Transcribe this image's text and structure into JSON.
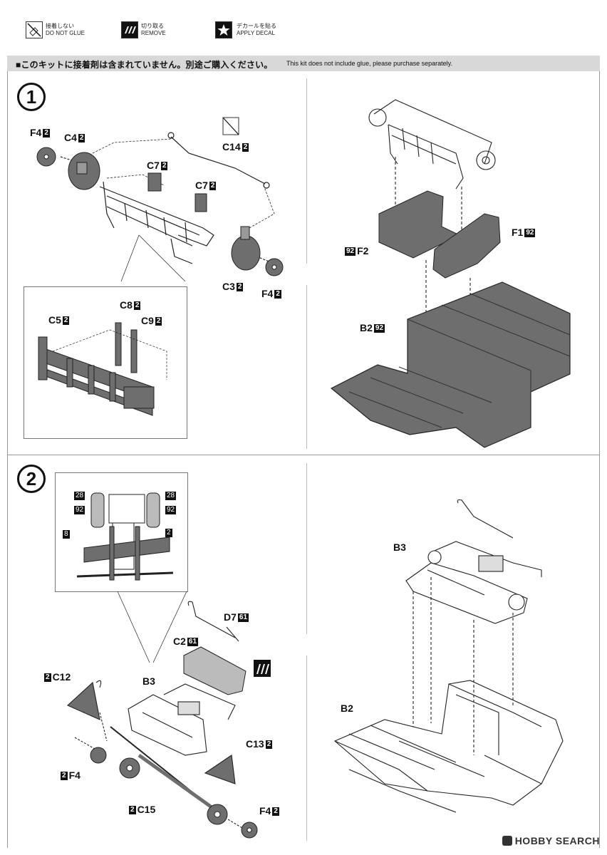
{
  "legend": {
    "no_glue": {
      "jp": "接着しない",
      "en": "DO NOT GLUE",
      "icon": "no-glue-icon"
    },
    "remove": {
      "jp": "切り取る",
      "en": "REMOVE",
      "icon": "cut-icon"
    },
    "decal": {
      "jp": "デカールを貼る",
      "en": "APPLY DECAL",
      "icon": "star-icon"
    }
  },
  "notice": {
    "jp": "■このキットに接着剤は含まれていません。別途ご購入ください。",
    "en": "This kit does not include glue, please purchase separately."
  },
  "step1": {
    "number": "1",
    "labels": {
      "F4": {
        "name": "F4",
        "qty": "2"
      },
      "C4": {
        "name": "C4",
        "qty": "2"
      },
      "C14": {
        "name": "C14",
        "qty": "2"
      },
      "C7a": {
        "name": "C7",
        "qty": "2"
      },
      "C7b": {
        "name": "C7",
        "qty": "2"
      },
      "C3": {
        "name": "C3",
        "qty": "2"
      },
      "F4b": {
        "name": "F4",
        "qty": "2"
      },
      "C8": {
        "name": "C8",
        "qty": "2"
      },
      "C9": {
        "name": "C9",
        "qty": "2"
      },
      "C5": {
        "name": "C5",
        "qty": "2"
      },
      "F1": {
        "name": "F1",
        "qty": "92"
      },
      "F2": {
        "name": "F2",
        "qty": "92"
      },
      "B2": {
        "name": "B2",
        "qty": "92"
      }
    }
  },
  "step2": {
    "number": "2",
    "detail_codes": {
      "c28a": "28",
      "c92a": "92",
      "c28b": "28",
      "c92b": "92",
      "c8": "8",
      "c2": "2"
    },
    "labels": {
      "D7": {
        "name": "D7",
        "qty": "61"
      },
      "C2": {
        "name": "C2",
        "qty": "61"
      },
      "B3": {
        "name": "B3"
      },
      "C12": {
        "name": "C12",
        "qty": "2"
      },
      "C13": {
        "name": "C13",
        "qty": "2"
      },
      "F4": {
        "name": "F4",
        "qty": "2"
      },
      "C15": {
        "name": "C15",
        "qty": "2"
      },
      "F4b": {
        "name": "F4",
        "qty": "2"
      },
      "B3r": {
        "name": "B3"
      },
      "B2r": {
        "name": "B2"
      }
    }
  },
  "footer": {
    "brand": "HOBBY SEARCH"
  },
  "colors": {
    "part_gray": "#6e6e6e",
    "notice_bg": "#d8d8d8",
    "line": "#222222"
  }
}
